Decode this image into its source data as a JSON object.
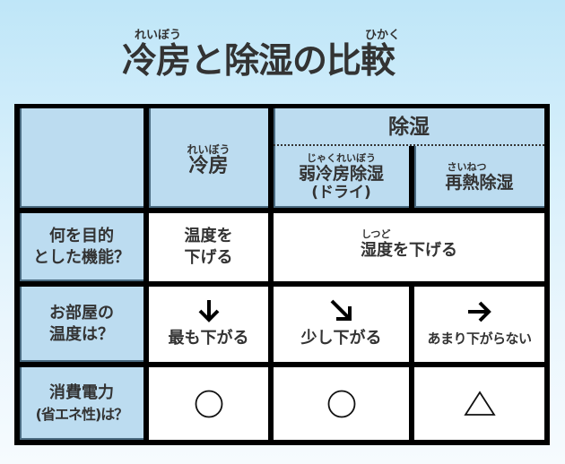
{
  "title": {
    "text": "冷房と除湿の比較",
    "ruby_left": "れいぼう",
    "ruby_right": "ひかく"
  },
  "table": {
    "header": {
      "cooling": {
        "ruby": "れいぼう",
        "label": "冷房"
      },
      "dehumid": {
        "label": "除湿",
        "weak_cooling": {
          "ruby": "じゃくれいぼう",
          "label": "弱冷房除湿",
          "sub": "(ドライ)"
        },
        "reheat": {
          "ruby": "さいねつ",
          "label": "再熱除湿"
        }
      }
    },
    "rows": [
      {
        "label_line1": "何を目的",
        "label_line2": "とした機能？",
        "cooling": {
          "line1": "温度を",
          "line2": "下げる"
        },
        "dehumid": {
          "ruby": "しつど",
          "text": "湿度を下げる"
        }
      },
      {
        "label_line1": "お部屋の",
        "label_line2": "温度は？",
        "cooling": {
          "icon": "arrow-down-icon",
          "text": "最も下がる"
        },
        "weak_cooling": {
          "icon": "arrow-down-right-icon",
          "text": "少し下がる"
        },
        "reheat": {
          "icon": "arrow-right-icon",
          "text": "あまり下がらない"
        }
      },
      {
        "label_line1": "消費電力",
        "label_line2": "(省エネ性)は？",
        "cooling": {
          "icon": "circle-icon",
          "symbol": "○"
        },
        "weak_cooling": {
          "icon": "circle-icon",
          "symbol": "○"
        },
        "reheat": {
          "icon": "triangle-icon",
          "symbol": "△"
        }
      }
    ]
  },
  "colors": {
    "header_blue": "#bcdcf0",
    "text": "#333333",
    "border": "#000000",
    "background_top": "#bfe6f8",
    "background_bottom": "#f6fbfe"
  }
}
